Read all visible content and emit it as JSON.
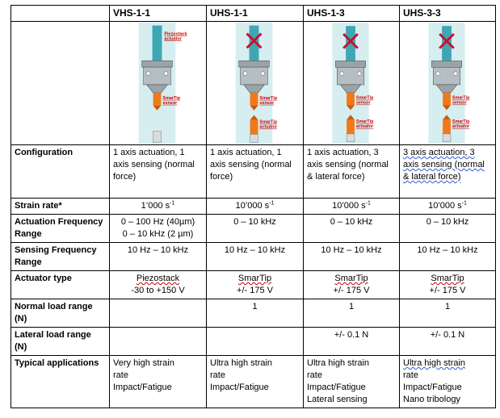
{
  "headers": [
    "",
    "VHS-1-1",
    "UHS-1-1",
    "UHS-1-3",
    "UHS-3-3"
  ],
  "images": [
    {
      "actuator_label_lines": [
        "Piezostack",
        "actuator"
      ],
      "sensor_label_lines": [
        "SmarTip",
        "sensor"
      ],
      "crossed": false,
      "bottom_actuator": false
    },
    {
      "actuator_label_lines": [],
      "sensor_label_lines": [
        "SmarTip",
        "sensor"
      ],
      "bottom_label_lines": [
        "SmarTip",
        "actuator"
      ],
      "crossed": true,
      "bottom_actuator": true
    },
    {
      "actuator_label_lines": [],
      "sensor_label_lines": [
        "SmarTip",
        "sensor"
      ],
      "bottom_label_lines": [
        "SmarTip",
        "actuator"
      ],
      "crossed": true,
      "bottom_actuator": true
    },
    {
      "actuator_label_lines": [],
      "sensor_label_lines": [
        "SmarTip",
        "sensor"
      ],
      "bottom_label_lines": [
        "SmarTip",
        "actuator"
      ],
      "crossed": true,
      "bottom_actuator": true
    }
  ],
  "rows": {
    "configuration": {
      "label": "Configuration",
      "values": [
        "1 axis actuation, 1 axis sensing (normal force)",
        "1 axis actuation, 1 axis sensing (normal force)",
        "1 axis actuation, 3 axis sensing (normal & lateral force)",
        "3 axis actuation, 3 axis sensing (normal & lateral force)"
      ]
    },
    "strain_rate": {
      "label": "Strain rate*",
      "values": [
        "1’000 s",
        "10’000 s",
        "10’000 s",
        "10’000 s"
      ],
      "exponent": "-1"
    },
    "actuation_freq": {
      "label": "Actuation Frequency Range",
      "values": [
        "0 – 100 Hz (40µm)",
        "0 – 10 kHz",
        "0 – 10 kHz",
        "0 – 10 kHz"
      ],
      "extra_first": "0 – 10 kHz (2 µm)"
    },
    "sensing_freq": {
      "label": "Sensing Frequency Range",
      "values": [
        "10 Hz – 10 kHz",
        "10 Hz – 10 kHz",
        "10 Hz – 10 kHz",
        "10 Hz – 10 kHz"
      ]
    },
    "actuator_type": {
      "label": "Actuator type",
      "names": [
        "Piezostack",
        "SmarTip",
        "SmarTip",
        "SmarTip"
      ],
      "voltages": [
        "-30 to +150 V",
        "+/- 175 V",
        "+/- 175 V",
        "+/- 175 V"
      ]
    },
    "normal_load": {
      "label": "Normal load range (N)",
      "values": [
        "",
        "1",
        "1",
        "1"
      ]
    },
    "lateral_load": {
      "label": "Lateral load range (N)",
      "values": [
        "",
        "",
        "+/- 0.1 N",
        "+/- 0.1 N"
      ]
    },
    "applications": {
      "label": "Typical applications",
      "col1": [
        "Very high strain",
        "rate",
        "Impact/Fatigue"
      ],
      "col2": [
        "Ultra high strain",
        "rate",
        "Impact/Fatigue"
      ],
      "col3": [
        "Ultra high strain",
        "rate",
        "Impact/Fatigue",
        "Lateral sensing"
      ],
      "col4": [
        "Ultra high strain",
        "rate",
        "Impact/Fatigue",
        "Nano tribology"
      ]
    }
  },
  "colors": {
    "accent_cyan": "#d6eef0",
    "actuator_orange": "#f07a1a",
    "cross_red": "#c8102e",
    "block_grey": "#9aa3a8"
  }
}
